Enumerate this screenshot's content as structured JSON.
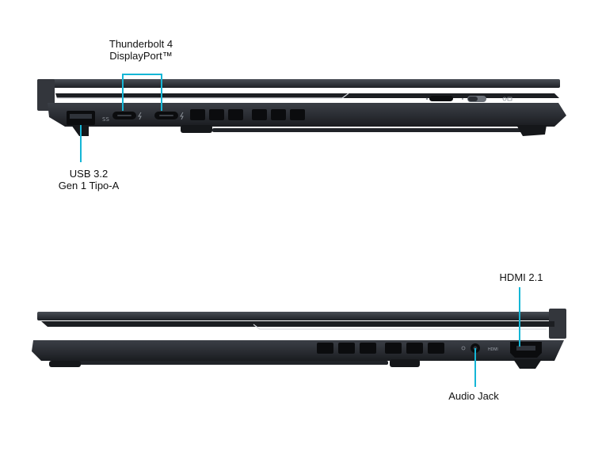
{
  "colors": {
    "callout": "#15b6d6",
    "body_dark": "#2a2d33",
    "body_mid": "#3a3e45",
    "port_black": "#0b0c0e"
  },
  "labels": {
    "thunderbolt": {
      "line1": "Thunderbolt 4",
      "line2": "DisplayPort™"
    },
    "usb": {
      "line1": "USB 3.2",
      "line2": "Gen 1 Tipo-A"
    },
    "hdmi": "HDMI 2.1",
    "audio": "Audio Jack"
  },
  "port_markings": {
    "hdmi_text": "HDMI"
  }
}
